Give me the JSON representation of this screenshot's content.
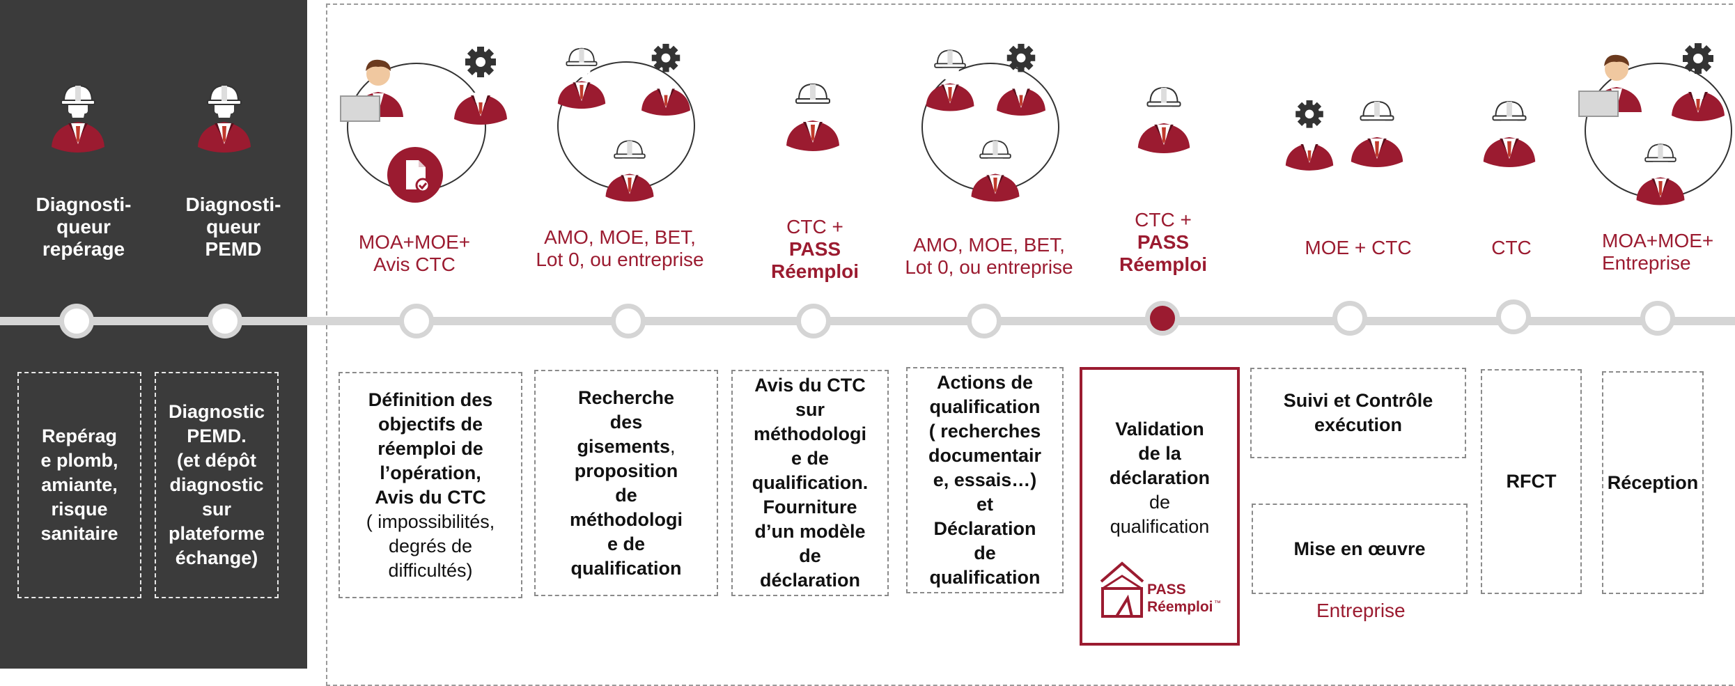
{
  "colors": {
    "accent": "#9b1b30",
    "dark_panel": "#3b3b3b",
    "timeline": "#d5d5d5"
  },
  "roles": {
    "diag_reperage": "Diagnosti-\nqueur\nrepérage",
    "diag_pemd": "Diagnosti-\nqueur\nPEMD",
    "moa_moe_ctc_1": "MOA+MOE+",
    "moa_moe_ctc_2": "Avis CTC",
    "amo_1_1": "AMO, MOE, BET,",
    "amo_1_2": "Lot 0, ou  entreprise",
    "ctc_pass_1_1": "CTC +",
    "ctc_pass_1_2": "PASS",
    "ctc_pass_1_3": "Réemploi",
    "amo_2_1": "AMO, MOE, BET,",
    "amo_2_2": "Lot 0, ou  entreprise",
    "ctc_pass_2_1": "CTC +",
    "ctc_pass_2_2": "PASS",
    "ctc_pass_2_3": "Réemploi",
    "moe_ctc": "MOE + CTC",
    "ctc": "CTC",
    "moa_moe_ent_1": "MOA+MOE+",
    "moa_moe_ent_2": "Entreprise"
  },
  "steps": {
    "reperage": "Repérag\ne plomb,\namiante,\nrisque\nsanitaire",
    "pemd": "Diagnostic\nPEMD.\n(et dépôt\ndiagnostic\nsur\nplateforme\néchange)",
    "definition_bold": "Définition des\nobjectifs de\nréemploi de\nl’opération,\nAvis du CTC",
    "definition_normal": "( impossibilités,\ndegrés de\ndifficultés)",
    "recherche_1": "Recherche\ndes\ngisements",
    "recherche_2": ",",
    "recherche_3": "proposition\nde\nméthodologi\ne de\nqualification",
    "avis_ctc": "Avis du CTC\nsur\nméthodologi\ne de\nqualification.\nFourniture\nd’un modèle\nde\ndéclaration",
    "actions": "Actions de\nqualification\n( recherches\ndocumentair\ne, essais…)\net\nDéclaration\nde\nqualification",
    "validation_bold": "Validation\nde la\ndéclaration",
    "validation_normal": "de\nqualification",
    "suivi": "Suivi et Contrôle\nexécution",
    "mise_en_oeuvre": "Mise en œuvre",
    "rfct": "RFCT",
    "reception": "Réception"
  },
  "pass_logo": {
    "line1": "PASS",
    "line2": "Réemploi",
    "tm": "™"
  },
  "footnote_entreprise": "Entreprise"
}
